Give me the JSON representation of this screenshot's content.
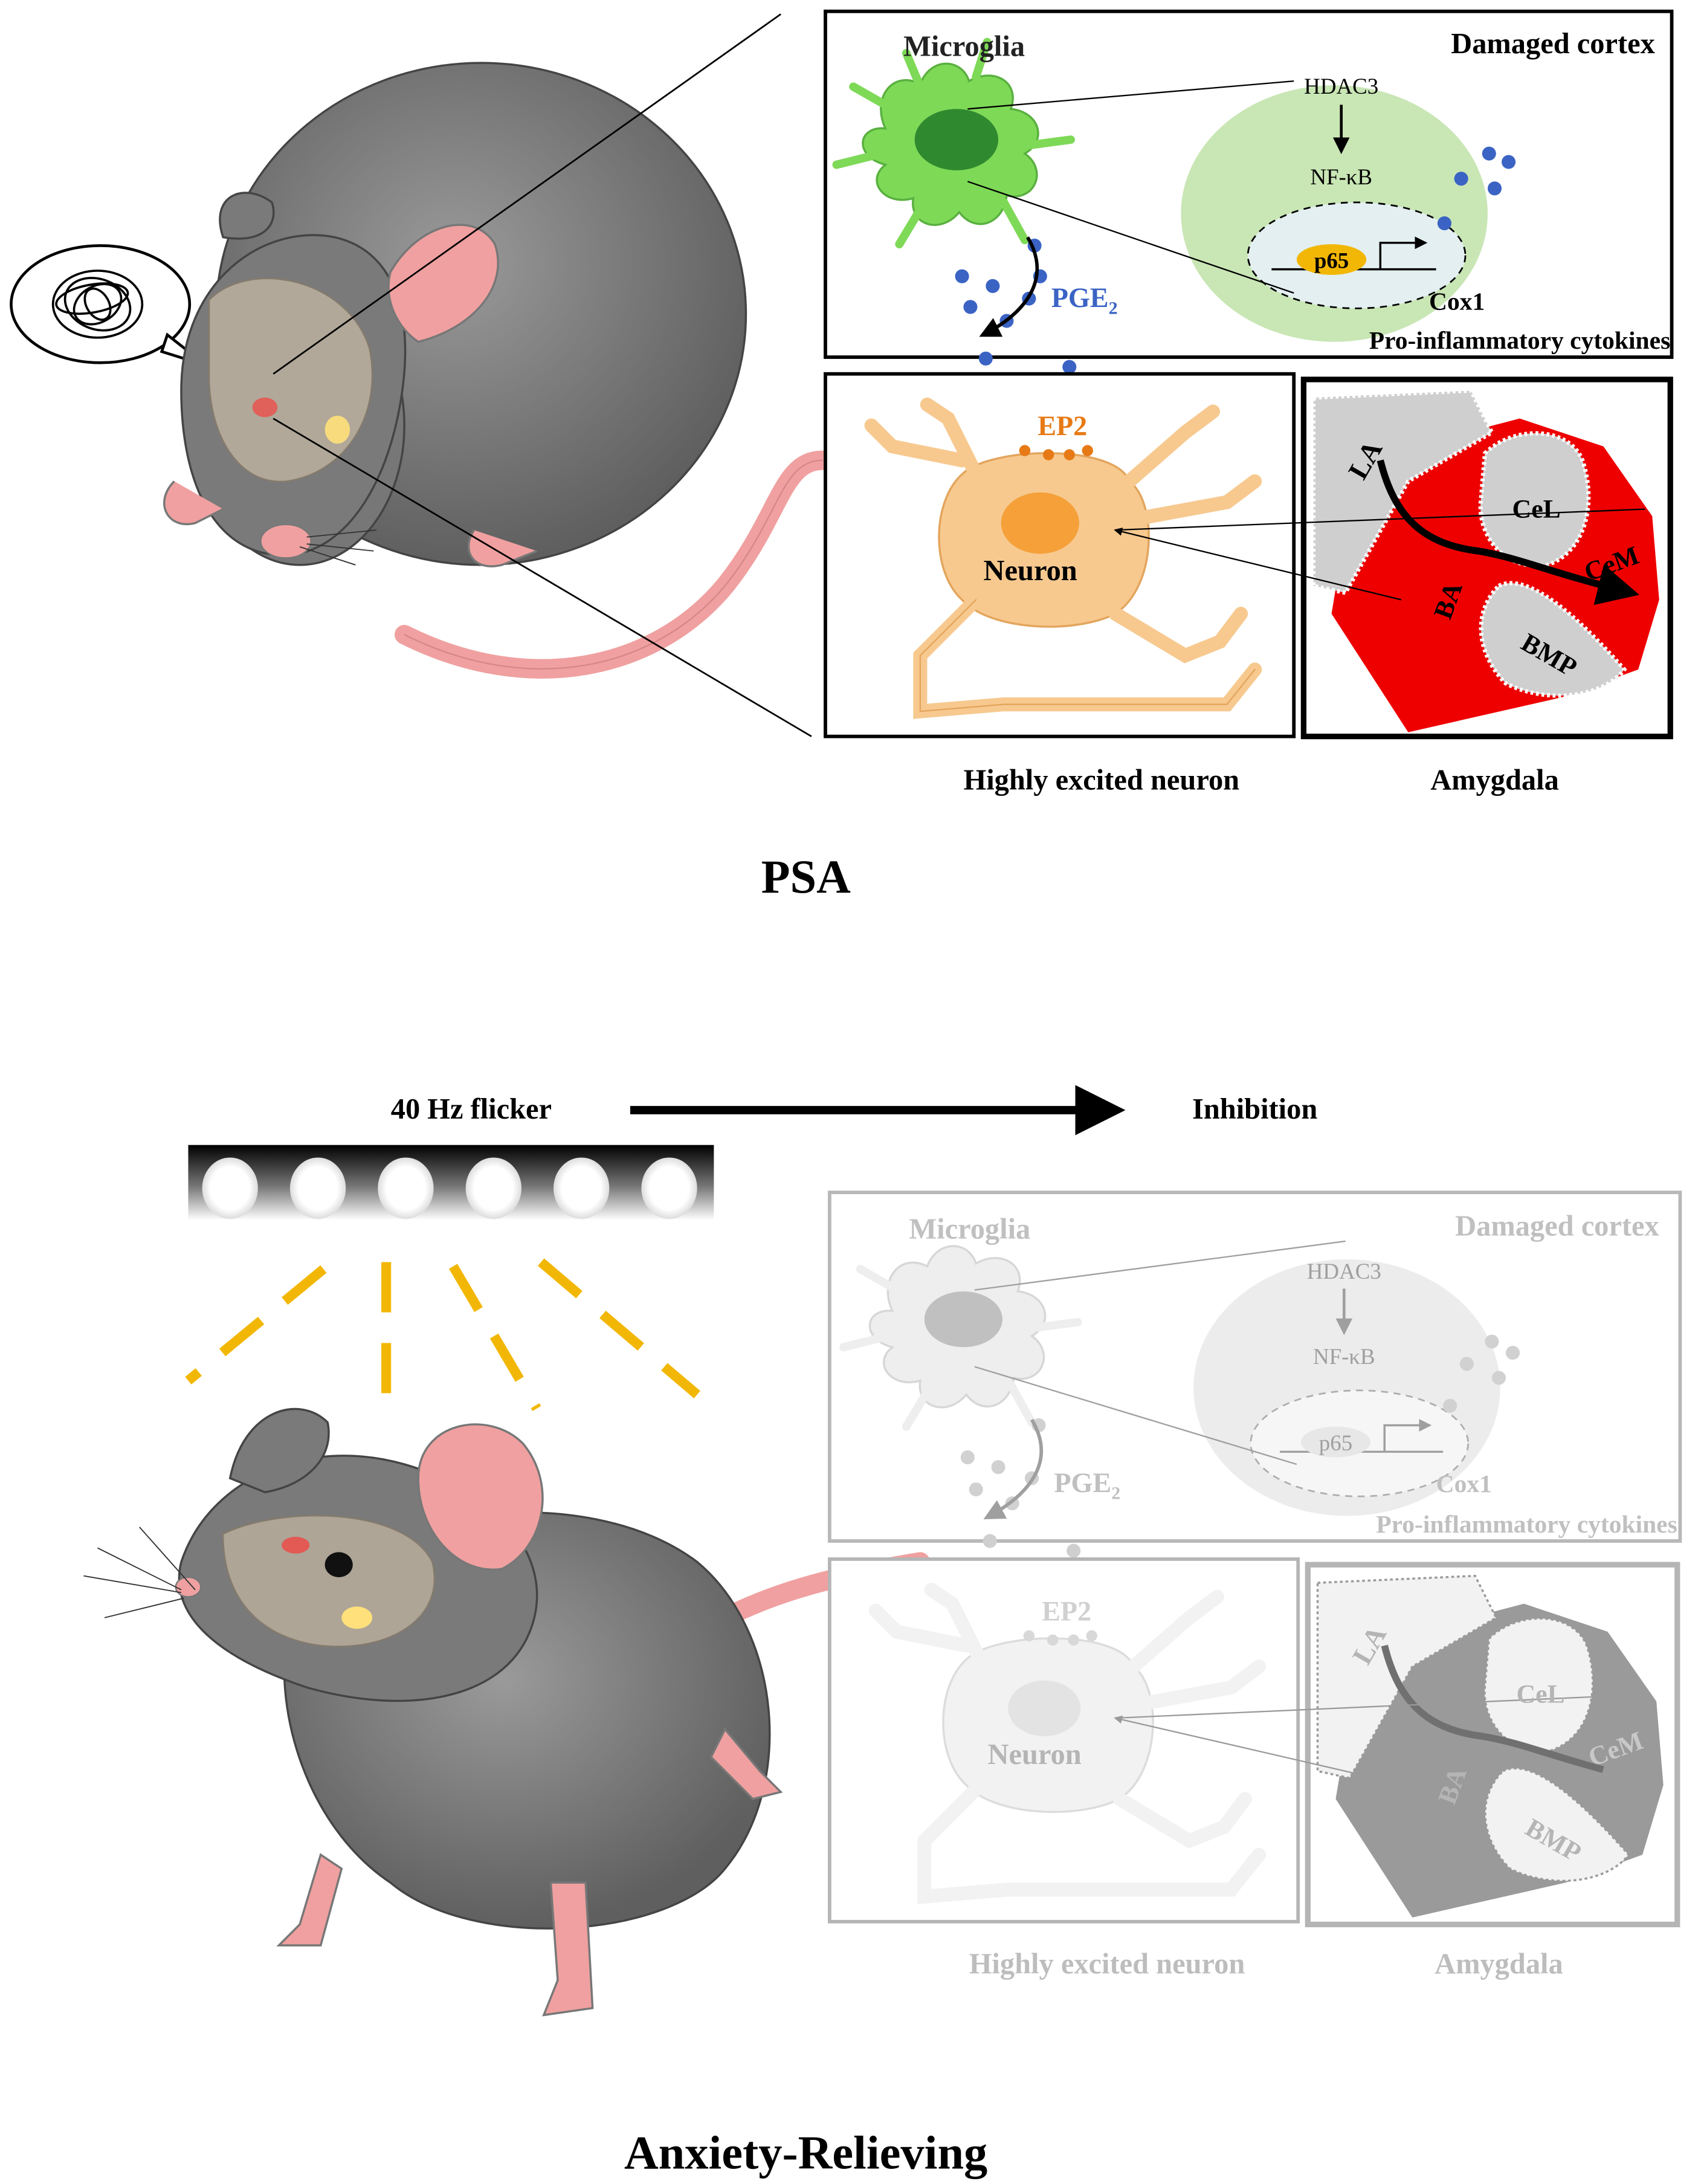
{
  "top": {
    "title": "PSA",
    "cortex_panel": {
      "microglia": "Microglia",
      "damaged_cortex": "Damaged cortex",
      "hdac3": "HDAC3",
      "nfkb": "NF-κB",
      "p65": "p65",
      "cox1": "Cox1",
      "cytokines": "Pro-inflammatory cytokines",
      "pge2": "PGE",
      "pge2_sub": "2"
    },
    "neuron_panel": {
      "ep2": "EP2",
      "neuron": "Neuron",
      "caption": "Highly excited neuron"
    },
    "amygdala_panel": {
      "la": "LA",
      "cel": "CeL",
      "cem": "CeM",
      "ba": "BA",
      "bmp": "BMP",
      "caption": "Amygdala"
    }
  },
  "bottom": {
    "title": "Anxiety-Relieving",
    "flicker_label": "40 Hz flicker",
    "inhibition_label": "Inhibition",
    "cortex_panel": {
      "microglia": "Microglia",
      "damaged_cortex": "Damaged cortex",
      "hdac3": "HDAC3",
      "nfkb": "NF-κB",
      "p65": "p65",
      "cox1": "Cox1",
      "cytokines": "Pro-inflammatory cytokines",
      "pge2": "PGE",
      "pge2_sub": "2"
    },
    "neuron_panel": {
      "ep2": "EP2",
      "neuron": "Neuron",
      "caption": "Highly excited neuron"
    },
    "amygdala_panel": {
      "la": "LA",
      "cel": "CeL",
      "cem": "CeM",
      "ba": "BA",
      "bmp": "BMP",
      "caption": "Amygdala"
    }
  },
  "colors": {
    "microglia": "#7ed957",
    "nucleus": "#2f8a2f",
    "cortex_fill": "#c9e6b5",
    "pge2_dots": "#3a63c4",
    "pge2_text": "#3a63c4",
    "ep2_text": "#e77a16",
    "neuron": "#f7c98f",
    "amygdala_red": "#ee0000",
    "flicker_rays": "#f2b705",
    "mouse_body": "#7b7b7b",
    "mouse_pink": "#f0a0a0",
    "faded": "#bdbdbd"
  }
}
